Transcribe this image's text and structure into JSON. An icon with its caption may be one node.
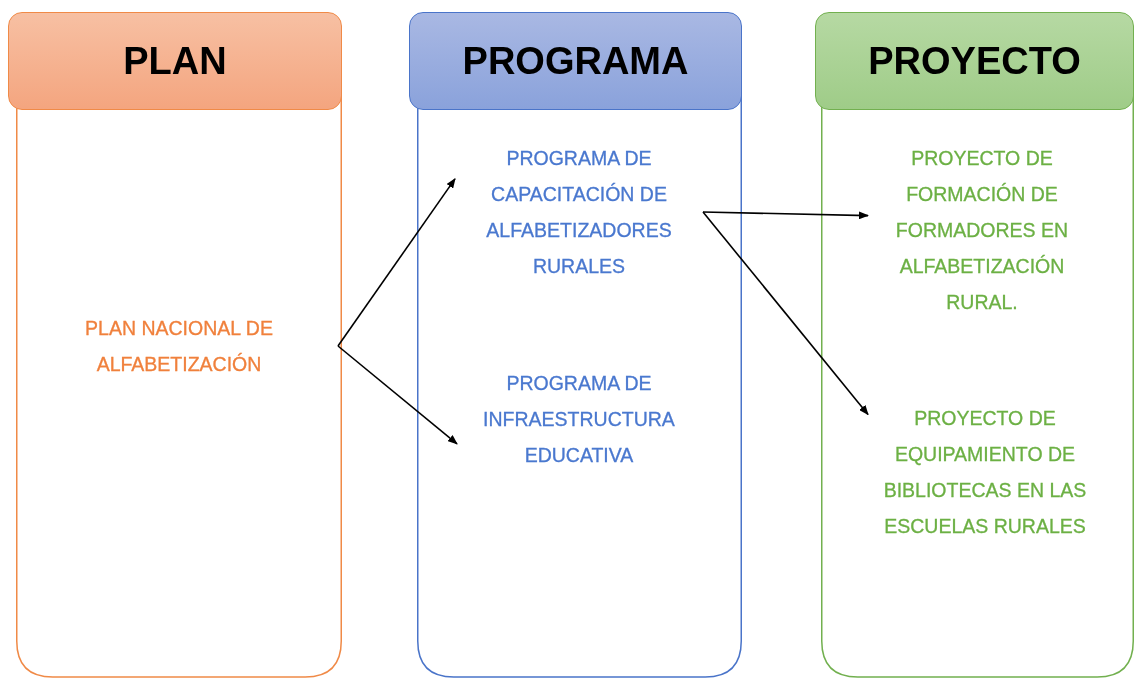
{
  "diagram": {
    "nodes": [
      {
        "text": [
          "PLAN"
        ]
      },
      {
        "text": [
          "PLAN NACIONAL DE ALFABETIZACIÓN"
        ],
        "in": 0
      },
      {
        "text": [
          "PROGRAMA"
        ]
      },
      {
        "text": [
          "PROGRAMA DE CAPACITACIÓN DE ALFABETIZADORES RURALES"
        ],
        "in": 2
      },
      {
        "text": [
          "PROGRAMA DE INFRAESTRUCTURA EDUCATIVA"
        ],
        "in": 2
      },
      {
        "text": [
          "PROYECTO"
        ]
      },
      {
        "text": [
          "PROYECTO DE FORMACIÓN DE FORMADORES EN ALFABETIZACIÓN RURAL."
        ],
        "in": 5
      },
      {
        "text": [
          "PROYECTO DE EQUIPAMIENTO DE BIBLIOTECAS EN LAS ESCUELAS RURALES"
        ],
        "in": 5
      }
    ],
    "edges": [
      {
        "from": 1,
        "to": 3,
        "arrow": "to"
      },
      {
        "from": 1,
        "to": 4,
        "arrow": "to"
      },
      {
        "from": 3,
        "to": 6,
        "arrow": "to"
      },
      {
        "from": 3,
        "to": 7,
        "arrow": "to"
      }
    ]
  }
}
